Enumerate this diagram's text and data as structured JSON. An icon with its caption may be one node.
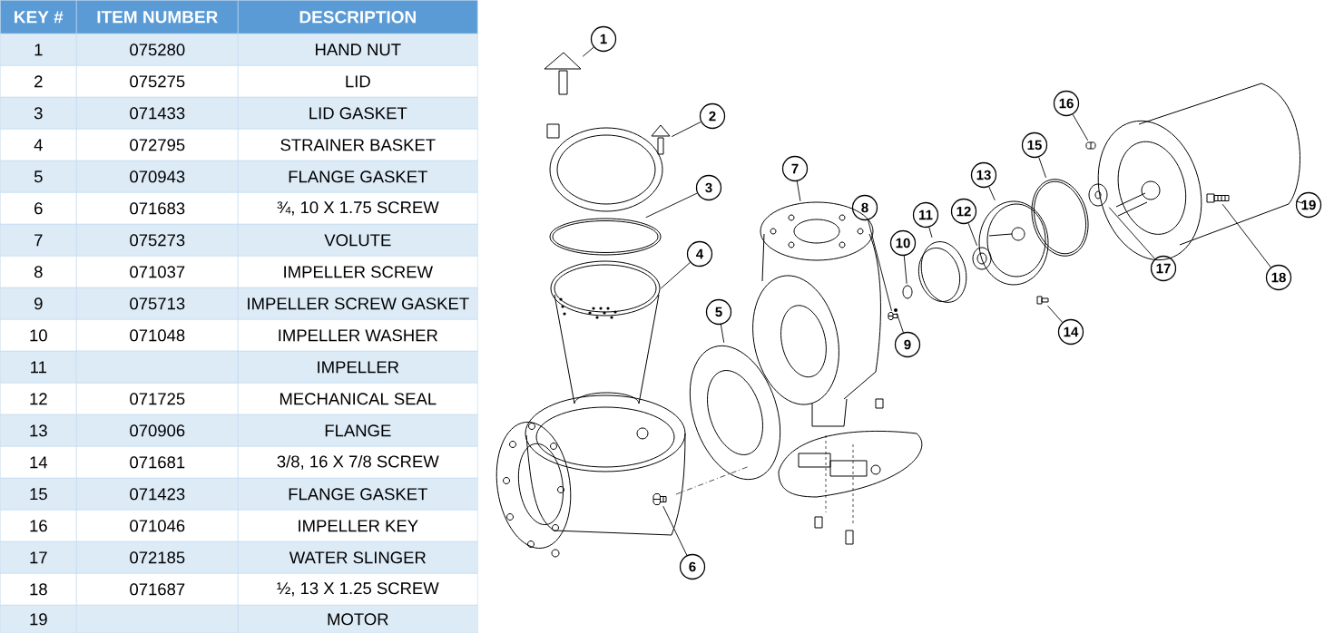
{
  "diagram": {
    "nodes": [
      {
        "text": [
          "1"
        ]
      },
      {
        "text": [
          "2"
        ]
      },
      {
        "text": [
          "3"
        ]
      },
      {
        "text": [
          "4"
        ]
      },
      {
        "text": [
          "5"
        ]
      },
      {
        "text": [
          "6"
        ]
      },
      {
        "text": [
          "7"
        ]
      },
      {
        "text": [
          "8"
        ]
      },
      {
        "text": [
          "9"
        ]
      },
      {
        "text": [
          "10"
        ]
      },
      {
        "text": [
          "11"
        ]
      },
      {
        "text": [
          "12"
        ]
      },
      {
        "text": [
          "13"
        ]
      },
      {
        "text": [
          "14"
        ]
      },
      {
        "text": [
          "15"
        ]
      },
      {
        "text": [
          "16"
        ]
      },
      {
        "text": [
          "17"
        ]
      },
      {
        "text": [
          "18"
        ]
      },
      {
        "text": [
          "19"
        ]
      },
      {
        "text": [],
        "shape": "picture"
      },
      {
        "text": [],
        "shape": "picture"
      },
      {
        "text": [],
        "shape": "picture"
      },
      {
        "text": [],
        "shape": "picture"
      },
      {
        "text": [],
        "shape": "picture"
      },
      {
        "text": [],
        "shape": "picture"
      },
      {
        "text": [],
        "shape": "picture"
      },
      {
        "text": [],
        "shape": "picture"
      },
      {
        "text": [],
        "shape": "picture"
      },
      {
        "text": [],
        "shape": "picture"
      },
      {
        "text": [],
        "shape": "picture"
      },
      {
        "text": [],
        "shape": "picture"
      },
      {
        "text": [],
        "shape": "picture"
      },
      {
        "text": [],
        "shape": "picture"
      },
      {
        "text": [],
        "shape": "picture"
      },
      {
        "text": [],
        "shape": "picture"
      },
      {
        "text": [],
        "shape": "picture"
      },
      {
        "text": [],
        "shape": "picture",
        "in": 37
      },
      {
        "text": [],
        "shape": "picture"
      }
    ],
    "edges": [
      {
        "from": 0,
        "to": 19,
        "arrow": "none"
      },
      {
        "from": 1,
        "to": 20,
        "arrow": "none"
      },
      {
        "from": 2,
        "to": 21,
        "arrow": "none"
      },
      {
        "from": 3,
        "to": 22,
        "arrow": "none"
      },
      {
        "from": 4,
        "to": 23,
        "arrow": "none"
      },
      {
        "from": 5,
        "to": 24,
        "arrow": "none"
      },
      {
        "from": 6,
        "to": 25,
        "arrow": "none"
      },
      {
        "from": 7,
        "to": 26,
        "arrow": "none"
      },
      {
        "from": 8,
        "to": 27,
        "arrow": "none"
      },
      {
        "from": 9,
        "to": 28,
        "arrow": "none"
      },
      {
        "from": 10,
        "to": 29,
        "arrow": "none"
      },
      {
        "from": 11,
        "to": 30,
        "arrow": "none"
      },
      {
        "from": 12,
        "to": 31,
        "arrow": "none"
      },
      {
        "from": 13,
        "to": 32,
        "arrow": "none"
      },
      {
        "from": 14,
        "to": 33,
        "arrow": "none"
      },
      {
        "from": 15,
        "to": 34,
        "arrow": "none"
      },
      {
        "from": 16,
        "to": 35,
        "arrow": "none"
      },
      {
        "from": 17,
        "to": 36,
        "arrow": "none"
      },
      {
        "from": 18,
        "to": 37,
        "arrow": "none"
      }
    ],
    "labels": [
      "KEY #",
      "ITEM NUMBER",
      "DESCRIPTION",
      "1",
      "075280",
      "HAND NUT",
      "2",
      "075275",
      "LID",
      "3",
      "071433",
      "LID GASKET",
      "4",
      "072795",
      "STRAINER BASKET",
      "5",
      "070943",
      "FLANGE GASKET",
      "6",
      "071683",
      "¾, 10 X 1.75 SCREW",
      "7",
      "075273",
      "VOLUTE",
      "8",
      "071037",
      "IMPELLER SCREW",
      "9",
      "075713",
      "IMPELLER SCREW GASKET",
      "10",
      "071048",
      "IMPELLER WASHER",
      "11",
      "IMPELLER",
      "12",
      "071725",
      "MECHANICAL SEAL",
      "13",
      "070906",
      "FLANGE",
      "14",
      "071681",
      "3/8, 16 X 7/8 SCREW",
      "15",
      "071423",
      "FLANGE GASKET",
      "16",
      "071046",
      "IMPELLER KEY",
      "17",
      "072185",
      "WATER SLINGER",
      "18",
      "071687",
      "½, 13 X 1.25 SCREW",
      "19",
      "MOTOR"
    ]
  }
}
